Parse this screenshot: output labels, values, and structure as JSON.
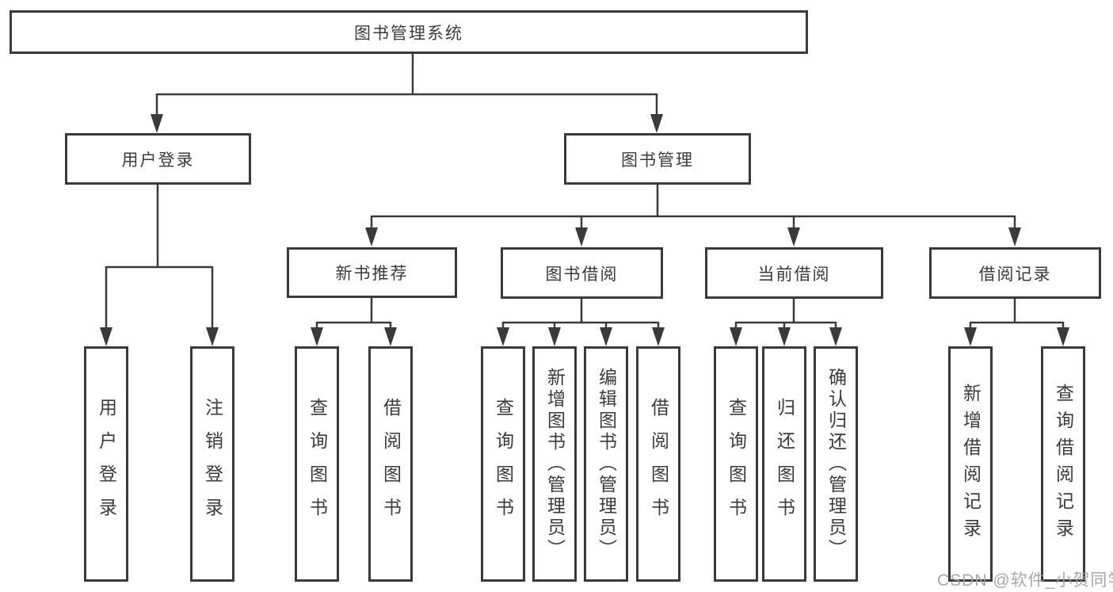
{
  "colors": {
    "line": "#3a3a3a",
    "box_border": "#3a3a3a",
    "text": "#3b3b3b",
    "background": "#ffffff",
    "watermark": "#9e9e9e"
  },
  "diagram": {
    "root": {
      "label": "图书管理系统"
    },
    "level2": {
      "user_login": {
        "label": "用户登录"
      },
      "book_mgmt": {
        "label": "图书管理"
      }
    },
    "level3": {
      "new_books": {
        "label": "新书推荐"
      },
      "book_borrow": {
        "label": "图书借阅"
      },
      "current_borrow": {
        "label": "当前借阅"
      },
      "borrow_records": {
        "label": "借阅记录"
      }
    },
    "leaves": {
      "user_login": [
        "用户登录",
        "注销登录"
      ],
      "new_books": [
        "查询图书",
        "借阅图书"
      ],
      "book_borrow": [
        "查询图书",
        "新增图书（管理员）",
        "编辑图书（管理员）",
        "借阅图书"
      ],
      "current_borrow": [
        "查询图书",
        "归还图书",
        "确认归还（管理员）"
      ],
      "borrow_records": [
        "新增借阅记录",
        "查询借阅记录"
      ]
    }
  },
  "watermark": {
    "text": "CSDN @软件_小贺同学"
  }
}
